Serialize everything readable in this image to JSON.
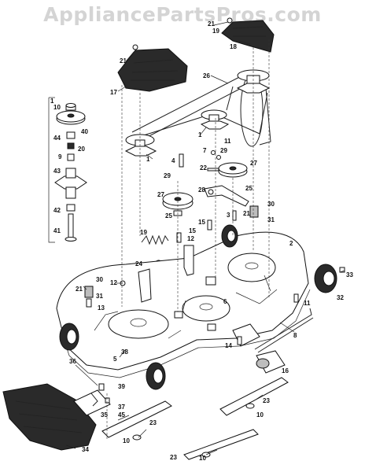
{
  "watermark": "AppliancePartsPros.com",
  "callouts": [
    {
      "id": "c21a",
      "text": "21"
    },
    {
      "id": "c19a",
      "text": "19"
    },
    {
      "id": "c18",
      "text": "18"
    },
    {
      "id": "c21b",
      "text": "21"
    },
    {
      "id": "c17",
      "text": "17"
    },
    {
      "id": "c26",
      "text": "26"
    },
    {
      "id": "c1a",
      "text": "1"
    },
    {
      "id": "c10a",
      "text": "10"
    },
    {
      "id": "c40",
      "text": "40"
    },
    {
      "id": "c44",
      "text": "44"
    },
    {
      "id": "c20",
      "text": "20"
    },
    {
      "id": "c9",
      "text": "9"
    },
    {
      "id": "c43",
      "text": "43"
    },
    {
      "id": "c42",
      "text": "42"
    },
    {
      "id": "c41",
      "text": "41"
    },
    {
      "id": "c1b",
      "text": "1"
    },
    {
      "id": "c1c",
      "text": "1"
    },
    {
      "id": "c11a",
      "text": "11"
    },
    {
      "id": "c7",
      "text": "7"
    },
    {
      "id": "c29a",
      "text": "29"
    },
    {
      "id": "c4",
      "text": "4"
    },
    {
      "id": "c22",
      "text": "22"
    },
    {
      "id": "c27a",
      "text": "27"
    },
    {
      "id": "c29b",
      "text": "29"
    },
    {
      "id": "c28",
      "text": "28"
    },
    {
      "id": "c25a",
      "text": "25"
    },
    {
      "id": "c27b",
      "text": "27"
    },
    {
      "id": "c25b",
      "text": "25"
    },
    {
      "id": "c30a",
      "text": "30"
    },
    {
      "id": "c21c",
      "text": "21"
    },
    {
      "id": "c31a",
      "text": "31"
    },
    {
      "id": "c3",
      "text": "3"
    },
    {
      "id": "c15a",
      "text": "15"
    },
    {
      "id": "c15b",
      "text": "15"
    },
    {
      "id": "c19b",
      "text": "19"
    },
    {
      "id": "c12a",
      "text": "12"
    },
    {
      "id": "c2",
      "text": "2"
    },
    {
      "id": "c24",
      "text": "24"
    },
    {
      "id": "c33",
      "text": "33"
    },
    {
      "id": "c30b",
      "text": "30"
    },
    {
      "id": "c12b",
      "text": "12"
    },
    {
      "id": "c21d",
      "text": "21"
    },
    {
      "id": "c31b",
      "text": "31"
    },
    {
      "id": "c6",
      "text": "6"
    },
    {
      "id": "c11b",
      "text": "11"
    },
    {
      "id": "c32",
      "text": "32"
    },
    {
      "id": "c13",
      "text": "13"
    },
    {
      "id": "c8",
      "text": "8"
    },
    {
      "id": "c5",
      "text": "5"
    },
    {
      "id": "c38",
      "text": "38"
    },
    {
      "id": "c14",
      "text": "14"
    },
    {
      "id": "c16",
      "text": "16"
    },
    {
      "id": "c36",
      "text": "36"
    },
    {
      "id": "c39",
      "text": "39"
    },
    {
      "id": "c23a",
      "text": "23"
    },
    {
      "id": "c10b",
      "text": "10"
    },
    {
      "id": "c37",
      "text": "37"
    },
    {
      "id": "c45",
      "text": "45"
    },
    {
      "id": "c35",
      "text": "35"
    },
    {
      "id": "c23b",
      "text": "23"
    },
    {
      "id": "c10c",
      "text": "10"
    },
    {
      "id": "c34",
      "text": "34"
    },
    {
      "id": "c23c",
      "text": "23"
    },
    {
      "id": "c10d",
      "text": "10"
    }
  ]
}
